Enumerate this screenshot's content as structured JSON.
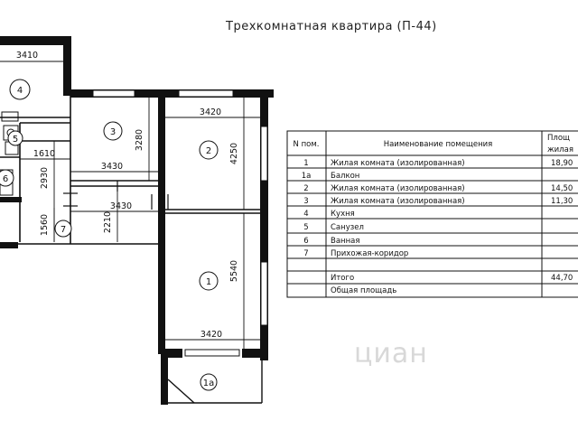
{
  "title": "Трехкомнатная квартира (П-44)",
  "watermark": "циан",
  "rooms": [
    {
      "id": "r1",
      "label": "1"
    },
    {
      "id": "r2",
      "label": "2"
    },
    {
      "id": "r3",
      "label": "3"
    },
    {
      "id": "r4",
      "label": "4"
    },
    {
      "id": "r5",
      "label": "5"
    },
    {
      "id": "r6",
      "label": "6"
    },
    {
      "id": "r7",
      "label": "7"
    },
    {
      "id": "r1a",
      "label": "1а"
    }
  ],
  "dimensions": [
    "3410",
    "3420",
    "3280",
    "3430",
    "4250",
    "3430",
    "1610",
    "2930",
    "1560",
    "2210",
    "5540",
    "3420"
  ],
  "table": {
    "col1_header": "N пом.",
    "col2_header": "Наименование помещения",
    "col3_header_1": "Площ",
    "col3_header_2": "жилая",
    "rows": [
      {
        "num": "1",
        "name": "Жилая комната (изолированная)",
        "area": "18,90"
      },
      {
        "num": "1а",
        "name": "Балкон",
        "area": ""
      },
      {
        "num": "2",
        "name": "Жилая комната (изолированная)",
        "area": "14,50"
      },
      {
        "num": "3",
        "name": "Жилая комната (изолированная)",
        "area": "11,30"
      },
      {
        "num": "4",
        "name": "Кухня",
        "area": ""
      },
      {
        "num": "5",
        "name": "Санузел",
        "area": ""
      },
      {
        "num": "6",
        "name": "Ванная",
        "area": ""
      },
      {
        "num": "7",
        "name": "Прихожая-коридор",
        "area": ""
      }
    ],
    "total_label": "Итого",
    "total_value": "44,70",
    "general_label": "Общая площадь"
  }
}
